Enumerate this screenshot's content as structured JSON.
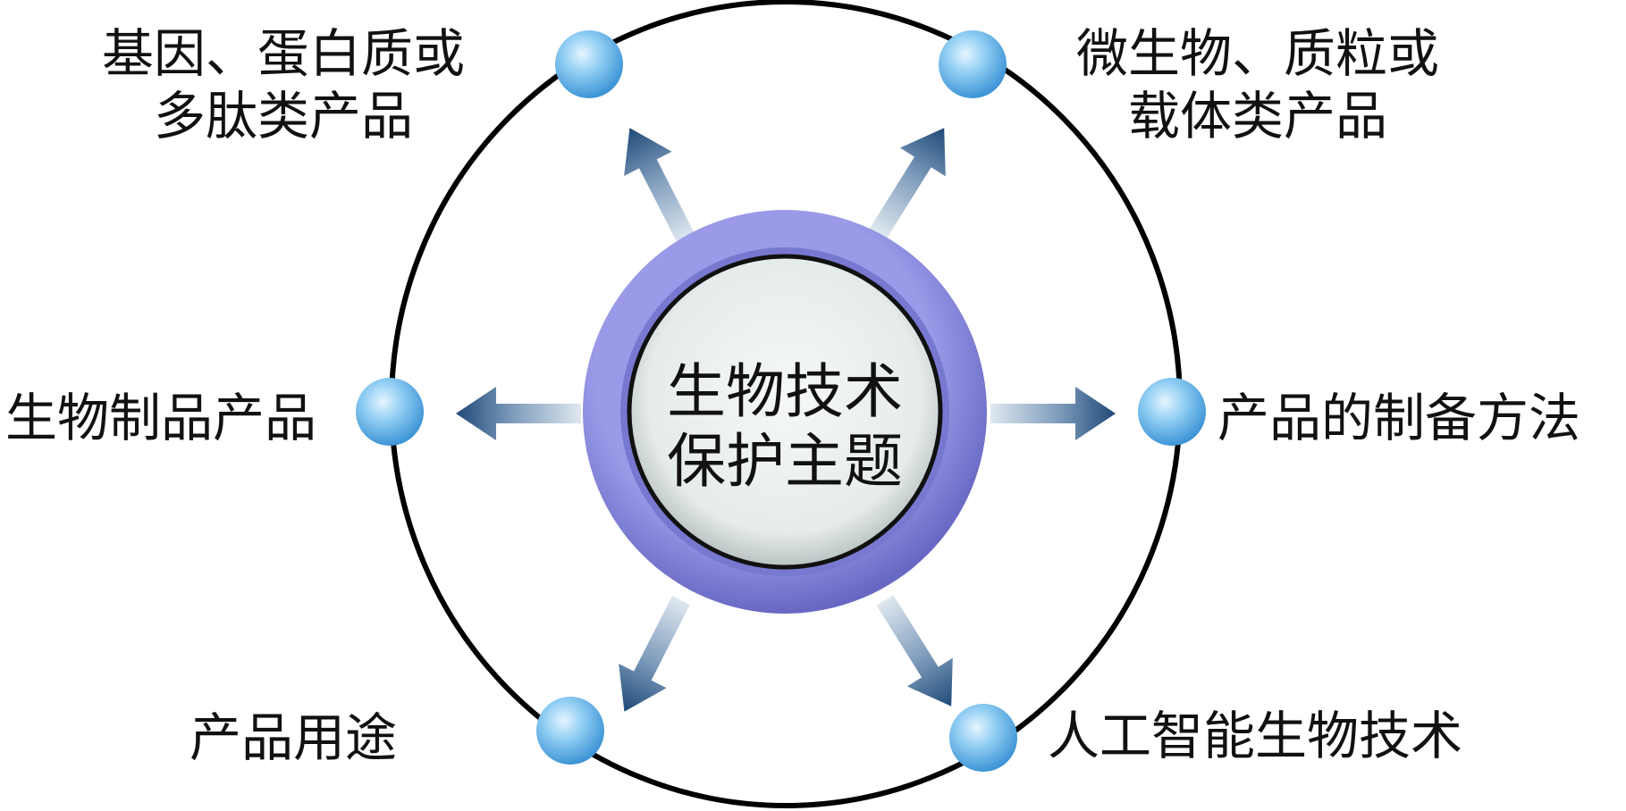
{
  "center": {
    "line1": "生物技术",
    "line2": "保护主题"
  },
  "nodes": [
    {
      "id": "top-left",
      "line1": "基因、蛋白质或",
      "line2": "多肽类产品"
    },
    {
      "id": "top-right",
      "line1": "微生物、质粒或",
      "line2": "载体类产品"
    },
    {
      "id": "left",
      "line1": "生物制品产品"
    },
    {
      "id": "right",
      "line1": "产品的制备方法"
    },
    {
      "id": "bottom-left",
      "line1": "产品用途"
    },
    {
      "id": "bottom-right",
      "line1": "人工智能生物技术"
    }
  ],
  "colors": {
    "ring": "#8c8ce0",
    "ring_dark": "#6e6ec8",
    "node": "#7ec3f0",
    "arrow": "#2f5d8c",
    "outline": "#000000"
  }
}
